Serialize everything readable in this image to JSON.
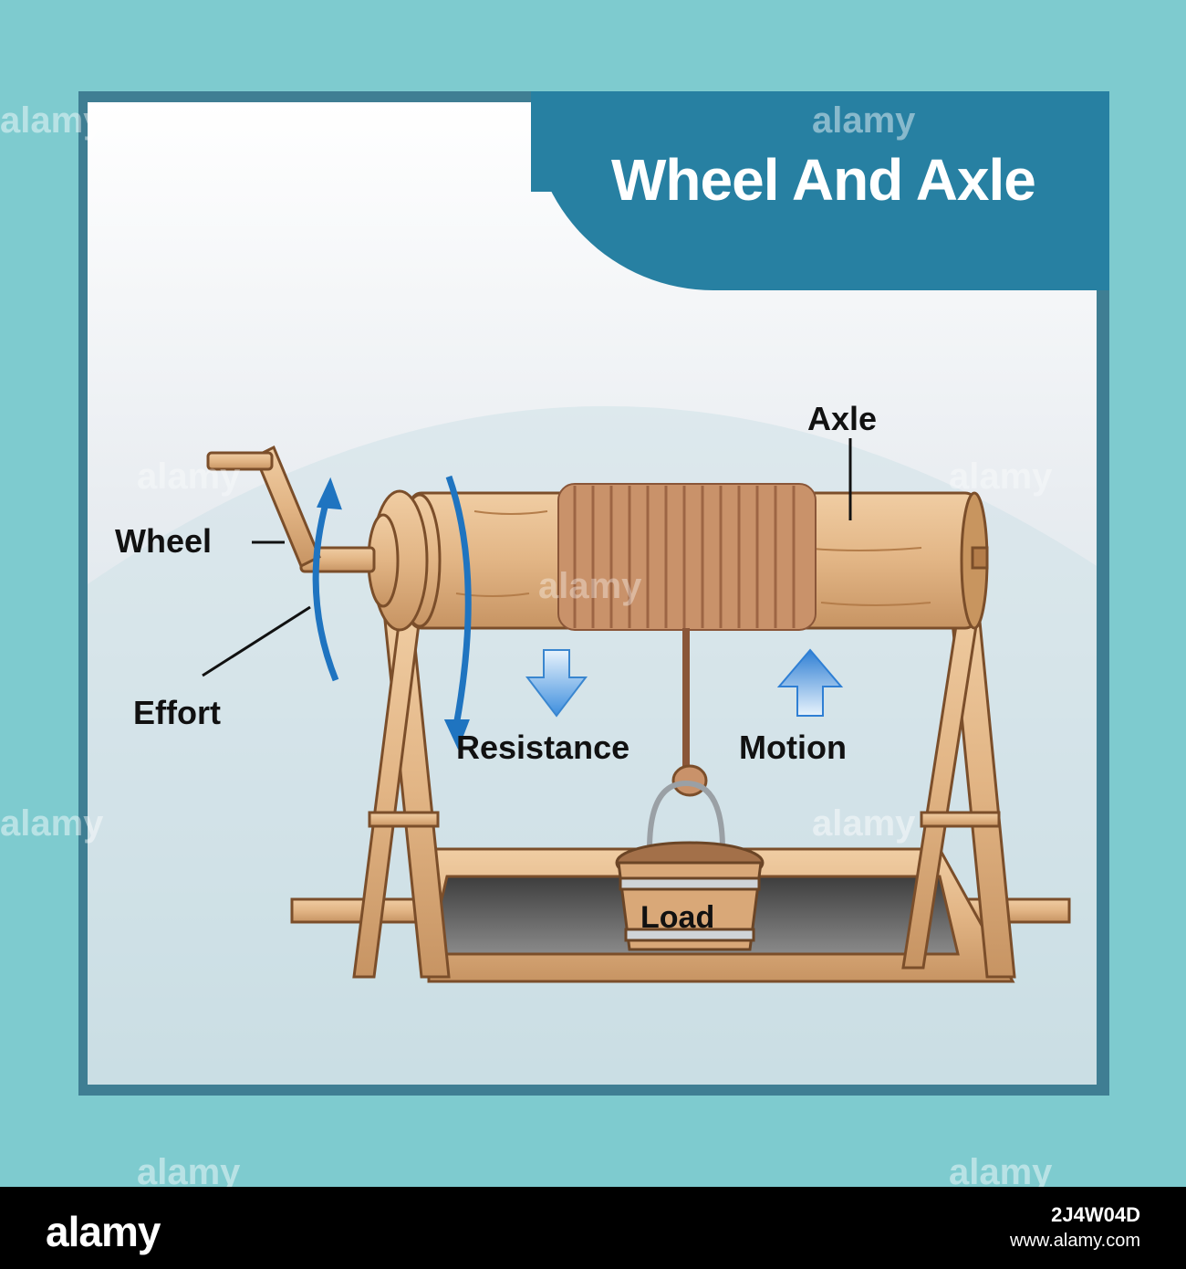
{
  "title": "Wheel And Axle",
  "labels": {
    "axle": "Axle",
    "wheel": "Wheel",
    "effort": "Effort",
    "resistance": "Resistance",
    "motion": "Motion",
    "load": "Load"
  },
  "watermark": "alamy",
  "footer": {
    "logo": "alamy",
    "image_id": "2J4W04D",
    "url": "www.alamy.com"
  },
  "colors": {
    "background": "#7ecbcf",
    "title_band": "#2780a2",
    "wood": "#d9a878",
    "rope": "#c08660",
    "arrow_blue": "#1f74c0",
    "resistance_arrow": "#4f9de0",
    "motion_arrow": "#2f86d8"
  }
}
